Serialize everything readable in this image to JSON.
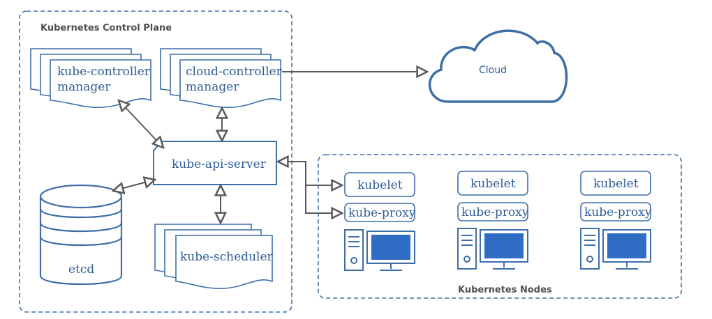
{
  "control_plane": {
    "title": "Kubernetes Control Plane",
    "components": {
      "controller_manager": {
        "line1": "kube-controller",
        "line2": "manager"
      },
      "cloud_controller_manager": {
        "line1": "cloud-controller",
        "line2": "manager"
      },
      "api_server": "kube-api-server",
      "etcd": "etcd",
      "scheduler": "kube-scheduler"
    }
  },
  "cloud": {
    "label": "Cloud"
  },
  "nodes": {
    "title": "Kubernetes Nodes",
    "items": [
      {
        "kubelet": "kubelet",
        "proxy": "kube-proxy"
      },
      {
        "kubelet": "kubelet",
        "proxy": "kube-proxy"
      },
      {
        "kubelet": "kubelet",
        "proxy": "kube-proxy"
      }
    ]
  },
  "colors": {
    "primary_blue": "#3e6ea8",
    "text_blue": "#2f5c94",
    "screen_blue": "#2f6cc4",
    "arrow_gray": "#595959"
  }
}
